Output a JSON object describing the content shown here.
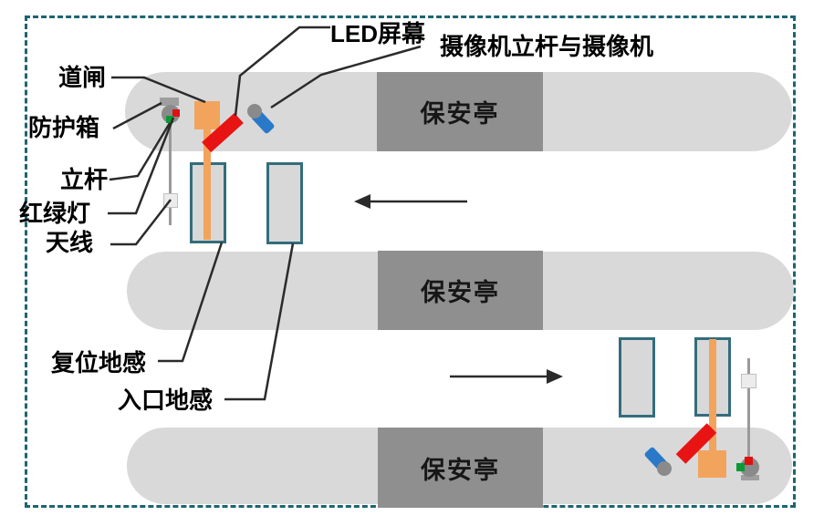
{
  "labels": {
    "barrier_gate": "道闸",
    "protective_box": "防护箱",
    "pole": "立杆",
    "traffic_light": "红绿灯",
    "antenna": "天线",
    "led_screen": "LED屏幕",
    "camera_pole_and_camera": "摄像机立杆与摄像机",
    "reset_loop": "复位地感",
    "entrance_loop": "入口地感"
  },
  "booths": {
    "label": "保安亭"
  },
  "colors": {
    "border_dash": "#1d6472",
    "road_gray": "#d9d9d9",
    "booth_gray": "#8f8f8f",
    "loop_border": "#336d7c",
    "loop_fill": "#d8d8d8",
    "equip_orange": "#f2a45c",
    "led_red": "#e81414",
    "camera_blue": "#2979c8",
    "head_gray": "#8a8a8a",
    "pole_gray": "#9a9a9a",
    "traffic_green": "#0a9a35",
    "traffic_red": "#e01010",
    "line_dark": "#2b2b2b"
  }
}
